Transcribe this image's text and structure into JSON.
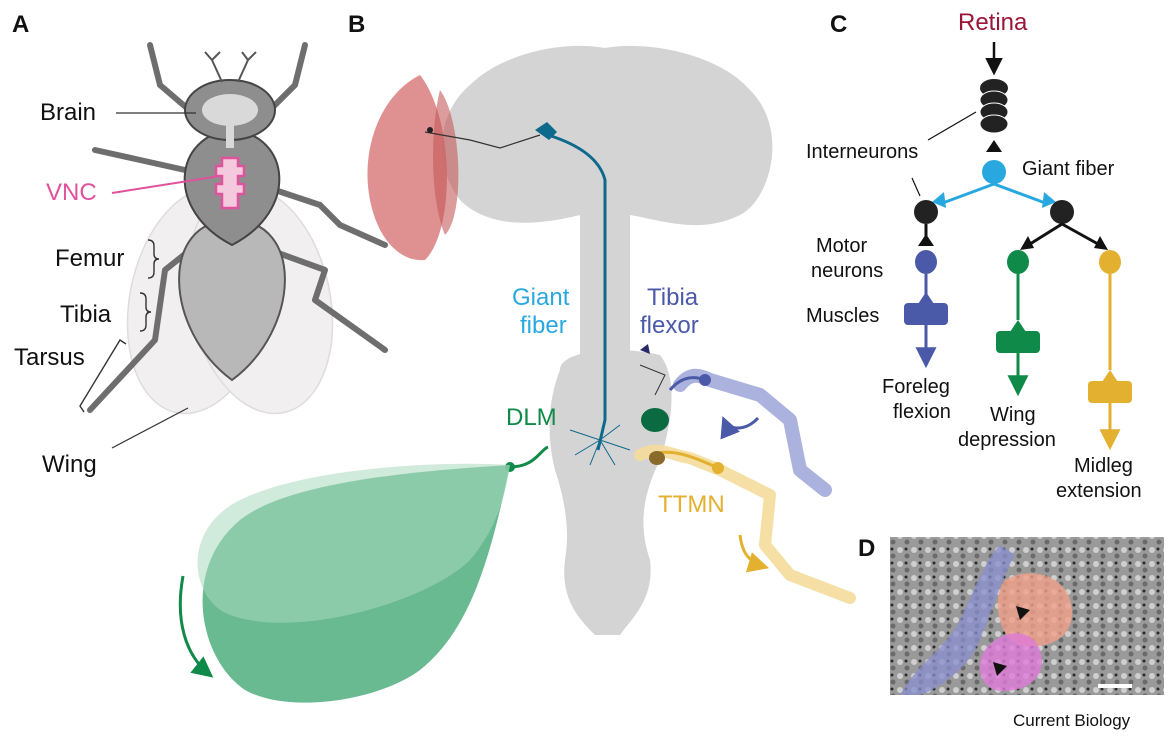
{
  "panels": {
    "a": "A",
    "b": "B",
    "c": "C",
    "d": "D"
  },
  "panel_a": {
    "brain": "Brain",
    "vnc": "VNC",
    "femur": "Femur",
    "tibia": "Tibia",
    "tarsus": "Tarsus",
    "wing": "Wing"
  },
  "panel_b": {
    "giant_fiber_1": "Giant",
    "giant_fiber_2": "fiber",
    "tibia_flexor_1": "Tibia",
    "tibia_flexor_2": "flexor",
    "dlm": "DLM",
    "ttmn": "TTMN"
  },
  "panel_c": {
    "retina": "Retina",
    "interneurons": "Interneurons",
    "giant_fiber": "Giant fiber",
    "motor_1": "Motor",
    "motor_2": "neurons",
    "muscles": "Muscles",
    "foreleg_1": "Foreleg",
    "foreleg_2": "flexion",
    "wing_1": "Wing",
    "wing_2": "depression",
    "midleg_1": "Midleg",
    "midleg_2": "extension"
  },
  "journal": "Current Biology",
  "colors": {
    "vnc": "#e0529c",
    "giant_fiber": "#29a8e0",
    "giant_fiber_dark": "#0e6a8c",
    "tibia_flexor": "#4a5aa8",
    "dlm": "#0f8a48",
    "ttmn": "#e3b030",
    "retina": "#9a1538",
    "eye": "#d97c7c",
    "fly_body": "#7a7a7a",
    "brain_gray": "#d4d4d4"
  }
}
